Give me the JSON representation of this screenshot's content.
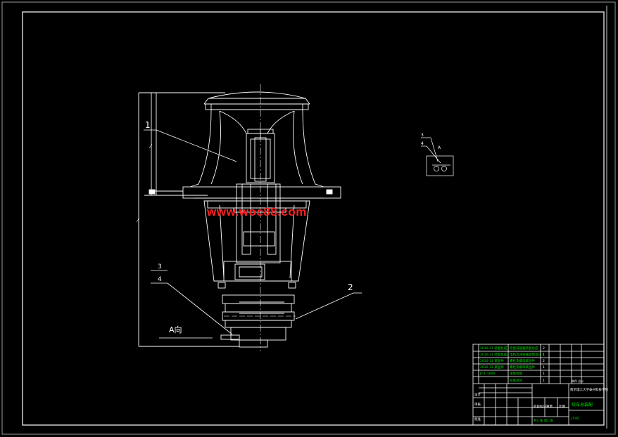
{
  "colors": {
    "background": "#000000",
    "line": "#ffffff",
    "table_text": "#00e000",
    "watermark": "#ff2020",
    "accent_red": "#ff2020"
  },
  "watermark": "www.woc88.com",
  "callouts": [
    "1",
    "2",
    "3",
    "4"
  ],
  "view_label": "A向",
  "detail": {
    "labels": [
      "3",
      "4",
      "A"
    ]
  },
  "parts_table": {
    "rows": [
      {
        "code": "2010-11 装配总成",
        "name": "绞盘减速器装配总成",
        "qty": "2"
      },
      {
        "code": "2010-11 装配总成",
        "name": "电机及减速器装配总成",
        "qty": "1"
      },
      {
        "code": "2010-11 紧固件",
        "name": "螺栓及螺母紧固件",
        "qty": "2"
      },
      {
        "code": "2010-11 紧固件",
        "name": "螺栓及螺母紧固件",
        "qty": "1"
      },
      {
        "code": "JT-1-1000",
        "name": "滚筒装配",
        "qty": "1"
      },
      {
        "code": "",
        "name": "绞盘总装",
        "qty": "1"
      }
    ],
    "header": [
      "序",
      "代",
      "号",
      "名",
      "称",
      "数量",
      "备注"
    ],
    "header_extra": "单件 总计",
    "title_block": {
      "school": "南京理工大学泰州科技学院",
      "title": "绞车总装配",
      "designer_label": "设计",
      "checker_label": "审核",
      "approver_label": "批准",
      "stage_label": "阶段标记",
      "weight_label": "重量",
      "scale_label": "比例",
      "sheet": "共1 张 第1 张",
      "drawing_no": "JT-00"
    }
  }
}
